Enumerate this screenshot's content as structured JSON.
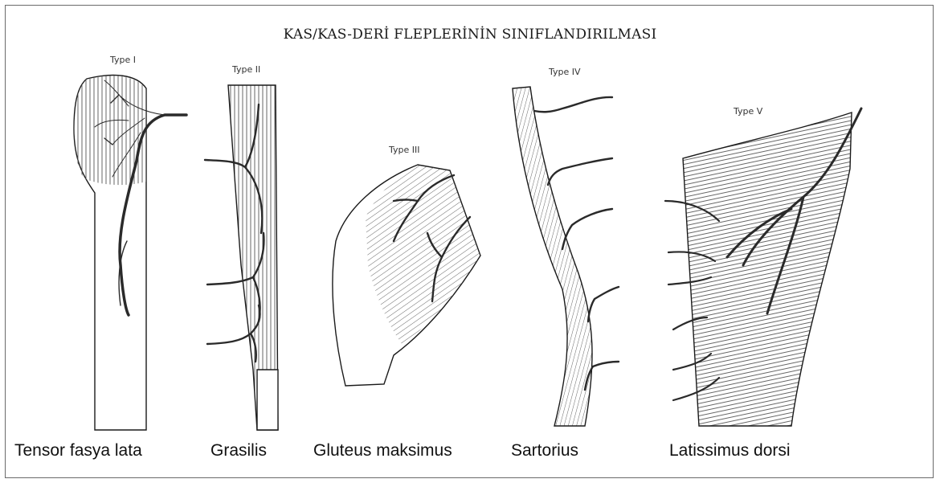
{
  "title": "KAS/KAS-DERİ FLEPLERİNİN SINIFLANDIRILMASI",
  "flaps": [
    {
      "type_label": "Type I",
      "muscle": "Tensor fasya lata"
    },
    {
      "type_label": "Type II",
      "muscle": "Grasilis"
    },
    {
      "type_label": "Type III",
      "muscle": "Gluteus maksimus"
    },
    {
      "type_label": "Type IV",
      "muscle": "Sartorius"
    },
    {
      "type_label": "Type V",
      "muscle": "Latissimus dorsi"
    }
  ],
  "colors": {
    "ink": "#1a1a1a",
    "hatch": "#555555",
    "vessel": "#2a2a2a"
  }
}
